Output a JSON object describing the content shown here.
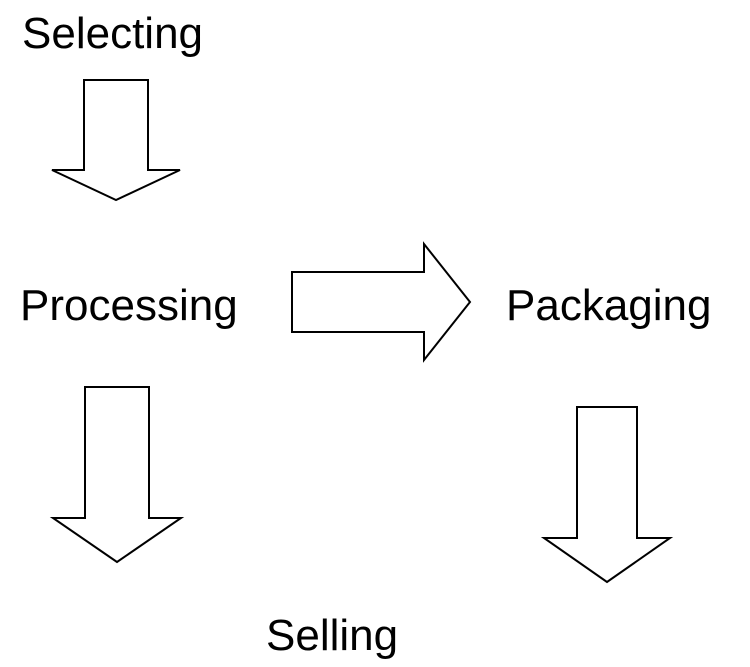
{
  "diagram": {
    "steps": {
      "selecting": "Selecting",
      "processing": "Processing",
      "packaging": "Packaging",
      "selling": "Selling"
    }
  }
}
